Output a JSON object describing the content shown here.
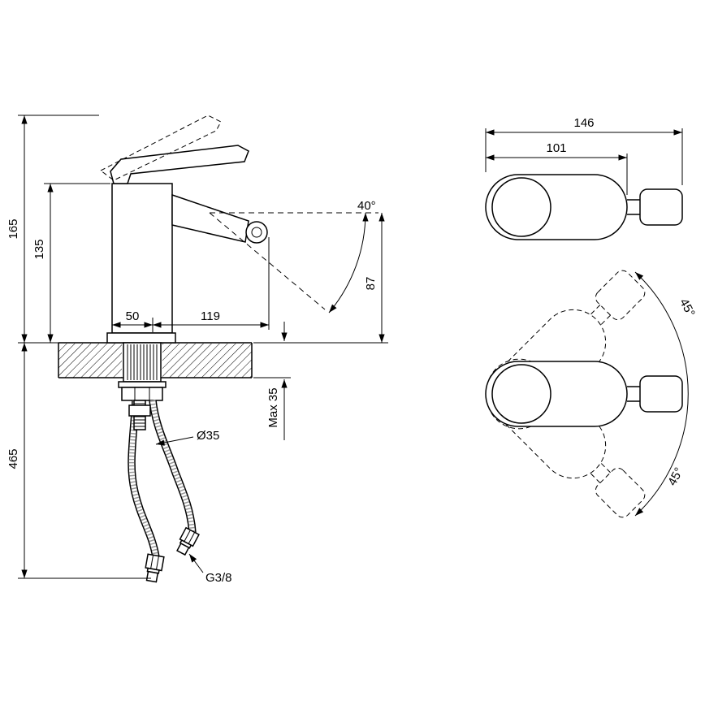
{
  "drawing": {
    "side": {
      "total_height": "165",
      "body_height": "135",
      "below_deck_length": "465",
      "base_width": "50",
      "spout_reach": "119",
      "spout_angle": "40°",
      "spout_height": "87",
      "max_deck_thickness": "Max 35",
      "hole_diameter": "Ø35",
      "hose_thread": "G3/8"
    },
    "top": {
      "total_length": "146",
      "body_length": "101",
      "swing_upper": "45°",
      "swing_lower": "45°"
    }
  }
}
